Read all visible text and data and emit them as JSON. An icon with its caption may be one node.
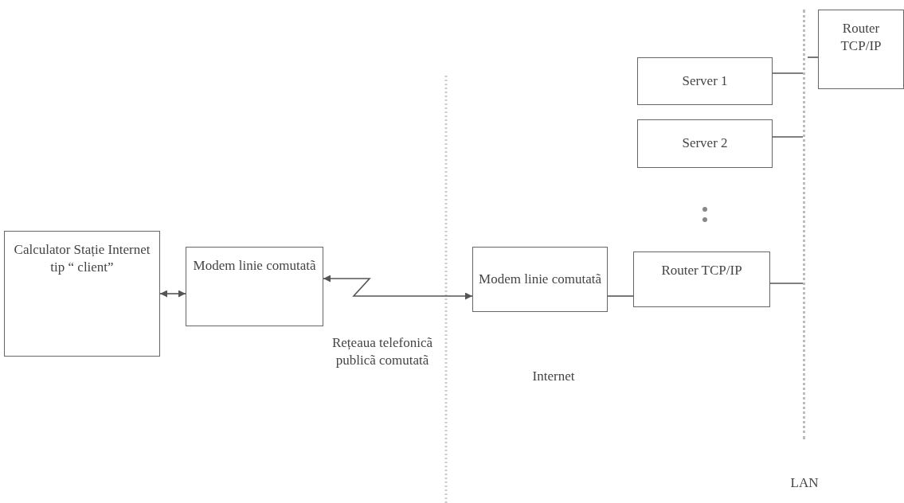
{
  "diagram": {
    "nodes": [
      {
        "text": [
          "Calculator Stație Internet tip “ client”"
        ]
      },
      {
        "text": [
          "Modem linie comutatã"
        ]
      },
      {
        "text": [
          "Modem linie comutatã"
        ]
      },
      {
        "text": [
          "Router TCP/IP"
        ]
      },
      {
        "text": [
          "Router TCP/IP"
        ]
      },
      {
        "text": [
          "Server 1"
        ]
      },
      {
        "text": [
          "Server 2"
        ]
      },
      {
        "text": [],
        "shape": "bar"
      }
    ],
    "edges": [
      {
        "from": 0,
        "to": 1,
        "arrow": "both"
      },
      {
        "from": 1,
        "to": 2,
        "arrow": "both"
      },
      {
        "from": 2,
        "to": 3,
        "arrow": "none"
      },
      {
        "from": 3,
        "to": 7,
        "arrow": "none"
      },
      {
        "from": 5,
        "to": 7,
        "arrow": "none"
      },
      {
        "from": 6,
        "to": 7,
        "arrow": "none"
      },
      {
        "from": 4,
        "to": 7,
        "arrow": "none"
      }
    ],
    "labels": [
      "Rețeaua telefonicã publicã comutatã",
      "Internet",
      "LAN"
    ]
  }
}
